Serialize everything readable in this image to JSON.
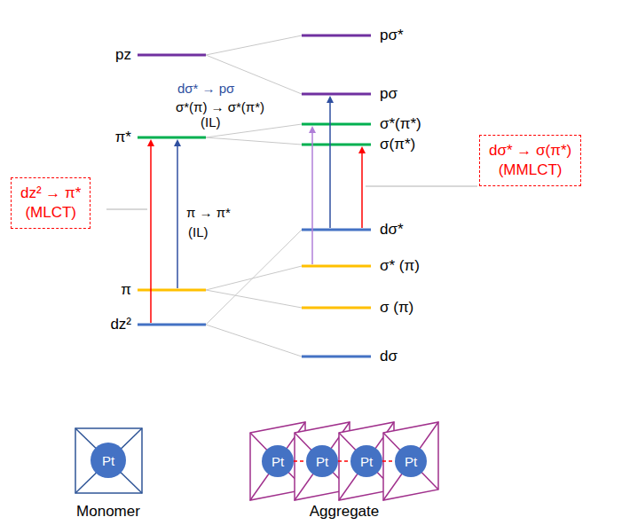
{
  "diagram": {
    "nodes": [
      {
        "text": [
          "dz² → π*",
          "(MLCT)"
        ]
      },
      {
        "text": [
          "dσ* → σ(π*)",
          "(MMLCT)"
        ]
      },
      {
        "text": [
          "Pt"
        ]
      },
      {
        "text": [
          "Pt"
        ]
      },
      {
        "text": [
          "Pt"
        ]
      },
      {
        "text": [
          "Pt"
        ]
      },
      {
        "text": [
          "Pt"
        ]
      }
    ],
    "edges": [
      {
        "from": 3,
        "to": 4,
        "arrow": "none"
      },
      {
        "from": 4,
        "to": 5,
        "arrow": "none"
      },
      {
        "from": 5,
        "to": 6,
        "arrow": "none"
      }
    ],
    "labels": [
      "pz",
      "π*",
      "π",
      "dz²",
      "pσ*",
      "pσ",
      "σ*(π*)",
      "σ(π*)",
      "dσ*",
      "σ* (π)",
      "σ (π)",
      "dσ",
      "dσ* → pσ",
      "σ*(π) → σ*(π*)",
      "(IL)",
      "π → π*",
      "(IL)",
      "Monomer",
      "Aggregate"
    ]
  }
}
